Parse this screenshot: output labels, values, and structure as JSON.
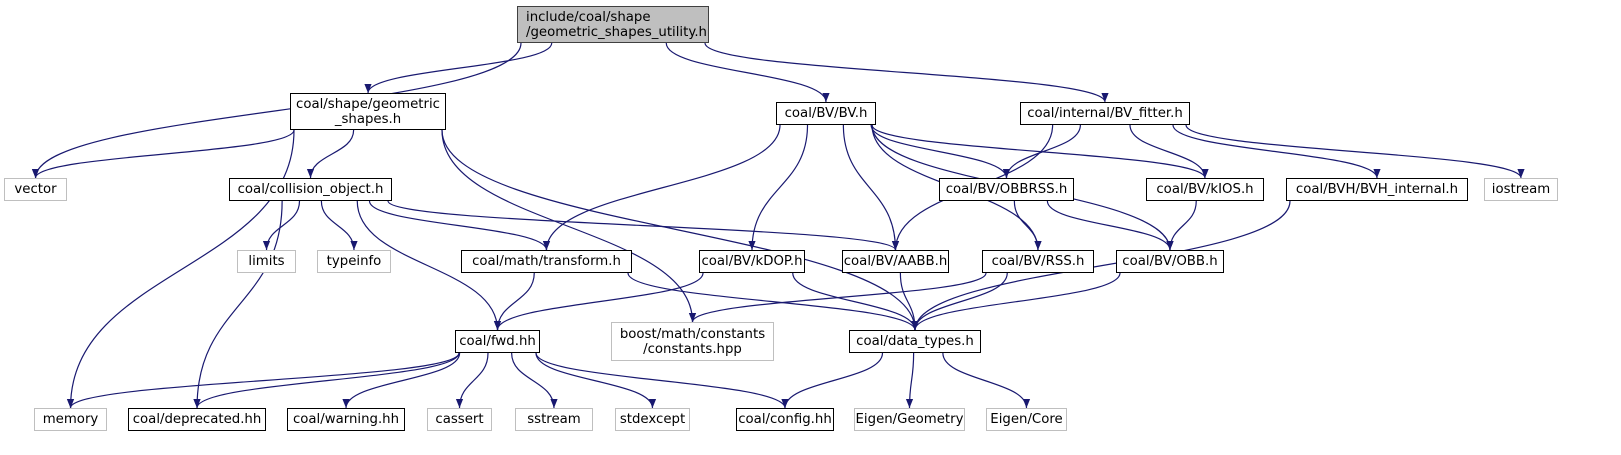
{
  "title": "Include dependency graph for geometric_shapes_utility.h",
  "colors": {
    "edge": "#191970",
    "root_fill": "#bfbfbf",
    "root_border": "#404040",
    "internal_border": "#000000",
    "external_border": "#bfbfbf",
    "background": "#ffffff"
  },
  "nodes": [
    {
      "id": "root",
      "label": "include/coal/shape\n/geometric_shapes_utility.h",
      "kind": "root"
    },
    {
      "id": "geometric_shapes",
      "label": "coal/shape/geometric\n_shapes.h",
      "kind": "internal"
    },
    {
      "id": "bv",
      "label": "coal/BV/BV.h",
      "kind": "internal"
    },
    {
      "id": "bv_fitter",
      "label": "coal/internal/BV_fitter.h",
      "kind": "internal"
    },
    {
      "id": "vector",
      "label": "vector",
      "kind": "external"
    },
    {
      "id": "collision_object",
      "label": "coal/collision_object.h",
      "kind": "internal"
    },
    {
      "id": "obbrss",
      "label": "coal/BV/OBBRSS.h",
      "kind": "internal"
    },
    {
      "id": "kios",
      "label": "coal/BV/kIOS.h",
      "kind": "internal"
    },
    {
      "id": "bvh_internal",
      "label": "coal/BVH/BVH_internal.h",
      "kind": "internal"
    },
    {
      "id": "iostream",
      "label": "iostream",
      "kind": "external"
    },
    {
      "id": "limits",
      "label": "limits",
      "kind": "external"
    },
    {
      "id": "typeinfo",
      "label": "typeinfo",
      "kind": "external"
    },
    {
      "id": "transform",
      "label": "coal/math/transform.h",
      "kind": "internal"
    },
    {
      "id": "kdop",
      "label": "coal/BV/kDOP.h",
      "kind": "internal"
    },
    {
      "id": "aabb",
      "label": "coal/BV/AABB.h",
      "kind": "internal"
    },
    {
      "id": "rss",
      "label": "coal/BV/RSS.h",
      "kind": "internal"
    },
    {
      "id": "obb",
      "label": "coal/BV/OBB.h",
      "kind": "internal"
    },
    {
      "id": "fwd",
      "label": "coal/fwd.hh",
      "kind": "internal"
    },
    {
      "id": "boost_constants",
      "label": "boost/math/constants\n/constants.hpp",
      "kind": "external"
    },
    {
      "id": "data_types",
      "label": "coal/data_types.h",
      "kind": "internal"
    },
    {
      "id": "memory",
      "label": "memory",
      "kind": "external"
    },
    {
      "id": "deprecated",
      "label": "coal/deprecated.hh",
      "kind": "internal"
    },
    {
      "id": "warning",
      "label": "coal/warning.hh",
      "kind": "internal"
    },
    {
      "id": "cassert",
      "label": "cassert",
      "kind": "external"
    },
    {
      "id": "sstream",
      "label": "sstream",
      "kind": "external"
    },
    {
      "id": "stdexcept",
      "label": "stdexcept",
      "kind": "external"
    },
    {
      "id": "config",
      "label": "coal/config.hh",
      "kind": "internal"
    },
    {
      "id": "eigen_geometry",
      "label": "Eigen/Geometry",
      "kind": "external"
    },
    {
      "id": "eigen_core",
      "label": "Eigen/Core",
      "kind": "external"
    }
  ],
  "edges": [
    [
      "root",
      "vector"
    ],
    [
      "root",
      "geometric_shapes"
    ],
    [
      "root",
      "bv"
    ],
    [
      "root",
      "bv_fitter"
    ],
    [
      "geometric_shapes",
      "vector"
    ],
    [
      "geometric_shapes",
      "memory"
    ],
    [
      "geometric_shapes",
      "collision_object"
    ],
    [
      "geometric_shapes",
      "boost_constants"
    ],
    [
      "geometric_shapes",
      "data_types"
    ],
    [
      "collision_object",
      "limits"
    ],
    [
      "collision_object",
      "typeinfo"
    ],
    [
      "collision_object",
      "transform"
    ],
    [
      "collision_object",
      "aabb"
    ],
    [
      "collision_object",
      "fwd"
    ],
    [
      "collision_object",
      "deprecated"
    ],
    [
      "bv",
      "transform"
    ],
    [
      "bv",
      "kdop"
    ],
    [
      "bv",
      "aabb"
    ],
    [
      "bv",
      "obbrss"
    ],
    [
      "bv",
      "rss"
    ],
    [
      "bv",
      "kios"
    ],
    [
      "bv",
      "obb"
    ],
    [
      "bv_fitter",
      "aabb"
    ],
    [
      "bv_fitter",
      "obbrss"
    ],
    [
      "bv_fitter",
      "kios"
    ],
    [
      "bv_fitter",
      "bvh_internal"
    ],
    [
      "bv_fitter",
      "iostream"
    ],
    [
      "obbrss",
      "rss"
    ],
    [
      "obbrss",
      "obb"
    ],
    [
      "kios",
      "obb"
    ],
    [
      "bvh_internal",
      "data_types"
    ],
    [
      "transform",
      "fwd"
    ],
    [
      "transform",
      "data_types"
    ],
    [
      "kdop",
      "fwd"
    ],
    [
      "kdop",
      "data_types"
    ],
    [
      "aabb",
      "data_types"
    ],
    [
      "rss",
      "boost_constants"
    ],
    [
      "rss",
      "data_types"
    ],
    [
      "obb",
      "data_types"
    ],
    [
      "fwd",
      "memory"
    ],
    [
      "fwd",
      "deprecated"
    ],
    [
      "fwd",
      "warning"
    ],
    [
      "fwd",
      "cassert"
    ],
    [
      "fwd",
      "sstream"
    ],
    [
      "fwd",
      "stdexcept"
    ],
    [
      "fwd",
      "config"
    ],
    [
      "data_types",
      "config"
    ],
    [
      "data_types",
      "eigen_geometry"
    ],
    [
      "data_types",
      "eigen_core"
    ]
  ]
}
